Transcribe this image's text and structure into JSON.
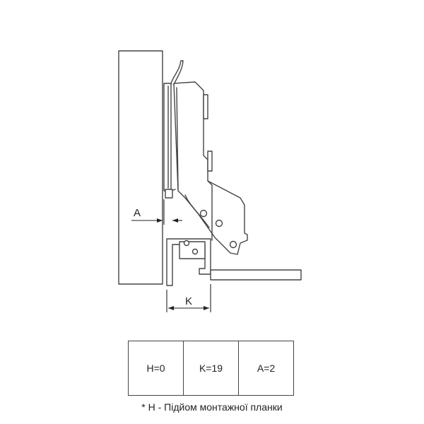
{
  "diagram": {
    "label_a": "A",
    "label_k": "K"
  },
  "table": {
    "cells": [
      "H=0",
      "K=19",
      "A=2"
    ]
  },
  "footnote": "* H - Підйом монтажної планки",
  "colors": {
    "line": "#444444",
    "panel_fill": "#ffffff"
  }
}
